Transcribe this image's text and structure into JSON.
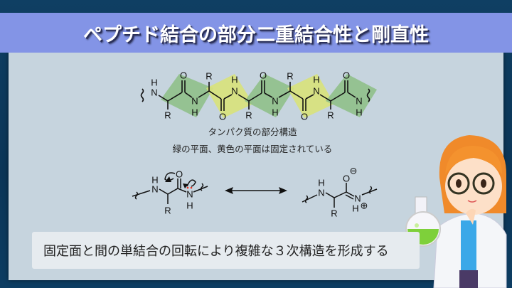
{
  "title": "ペプチド結合の部分二重結合性と剛直性",
  "structure": {
    "atoms": {
      "N": "N",
      "H": "H",
      "O": "O",
      "R": "R"
    },
    "caption_line1": "タンパク質の部分構造",
    "caption_line2": "緑の平面、黄色の平面は固定されている",
    "plane_colors": {
      "green": "#8fc08a",
      "yellow": "#d8e27a"
    }
  },
  "resonance": {
    "minus": "⊖",
    "plus": "⊕"
  },
  "summary": "固定面と間の単結合の回転により複雑な３次構造を形成する",
  "colors": {
    "title_bar": "#8394e6",
    "panel": "#c6d4de",
    "background": "#0d3a5c"
  }
}
